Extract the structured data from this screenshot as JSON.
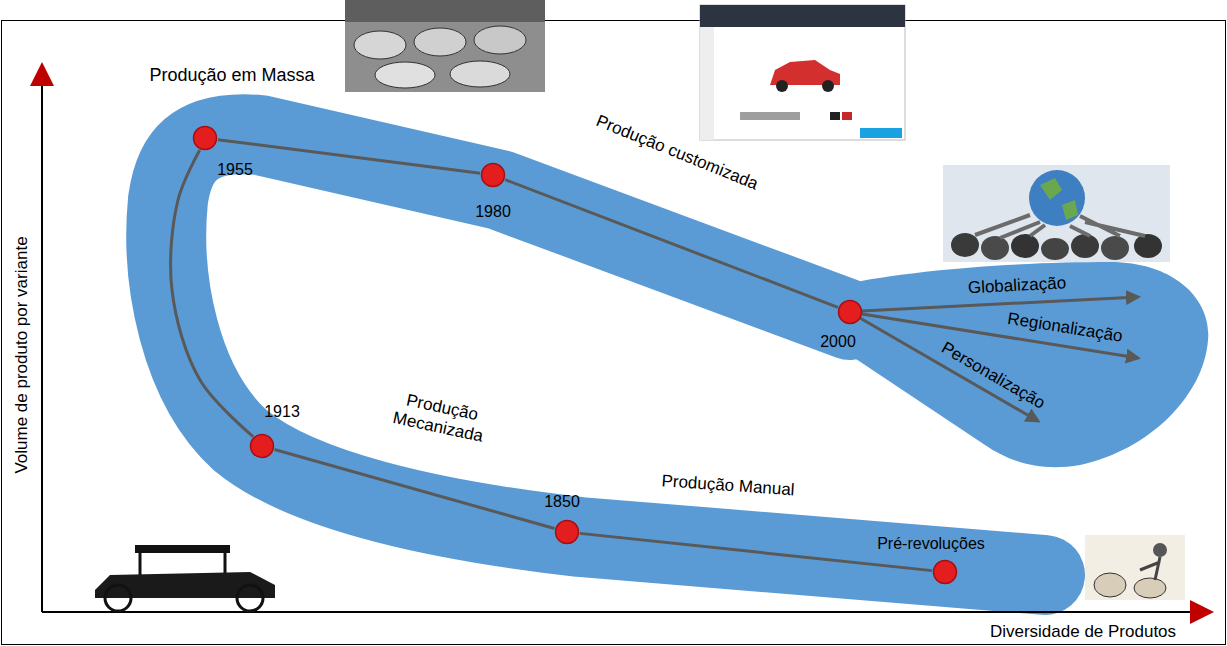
{
  "diagram": {
    "nodes": [
      {
        "text": [
          "Pré-revoluções"
        ]
      },
      {
        "text": [
          "1850"
        ]
      },
      {
        "text": [
          "1913"
        ]
      },
      {
        "text": [
          "1955"
        ]
      },
      {
        "text": [
          "1980"
        ]
      },
      {
        "text": [
          "2000"
        ]
      }
    ],
    "edges": [
      {
        "from": 0,
        "to": 1,
        "arrow": "none",
        "label": "Produção Manual"
      },
      {
        "from": 1,
        "to": 2,
        "arrow": "none",
        "label": "Produção Mecanizada"
      },
      {
        "from": 2,
        "to": 3,
        "arrow": "none"
      },
      {
        "from": 3,
        "to": 4,
        "arrow": "none"
      },
      {
        "from": 4,
        "to": 5,
        "arrow": "none",
        "label": "Produção customizada"
      }
    ],
    "labels": [
      "Produção em Massa",
      "Globalização",
      "Regionalização",
      "Personalização",
      "Volume de produto por variante",
      "Diversidade de Produtos"
    ]
  }
}
